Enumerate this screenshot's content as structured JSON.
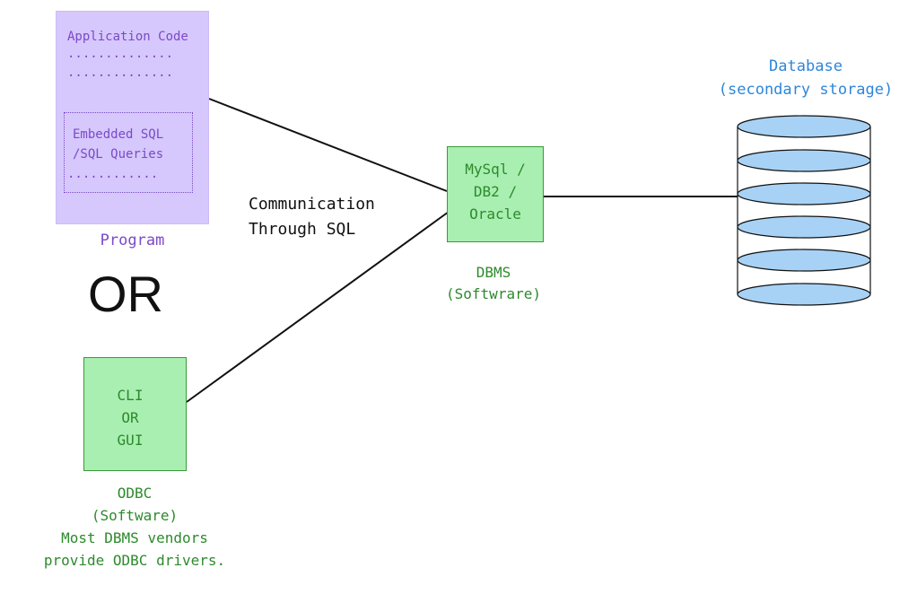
{
  "program": {
    "code_title": "Application Code",
    "dots": "..............",
    "embedded_line1": "Embedded SQL",
    "embedded_line2": "/SQL Queries",
    "embedded_dots": "............",
    "label": "Program"
  },
  "or_text": "OR",
  "communication": {
    "line1": "Communication",
    "line2": "Through SQL"
  },
  "dbms": {
    "line1": "MySql /",
    "line2": "DB2 /",
    "line3": "Oracle",
    "label1": "DBMS",
    "label2": "(Softwrare)"
  },
  "cli": {
    "line1": "CLI",
    "line2": "OR",
    "line3": "GUI",
    "label1": "ODBC",
    "label2": "(Software)",
    "label3": "Most DBMS vendors",
    "label4": "provide ODBC drivers."
  },
  "database": {
    "label1": "Database",
    "label2": "(secondary storage)"
  },
  "colors": {
    "program_fill": "#d6c8fc",
    "program_text": "#7b49c9",
    "green_fill": "#a9efb1",
    "green_text": "#2d8a2d",
    "disk_fill": "#a7d2f5",
    "db_text": "#2e86d9"
  }
}
